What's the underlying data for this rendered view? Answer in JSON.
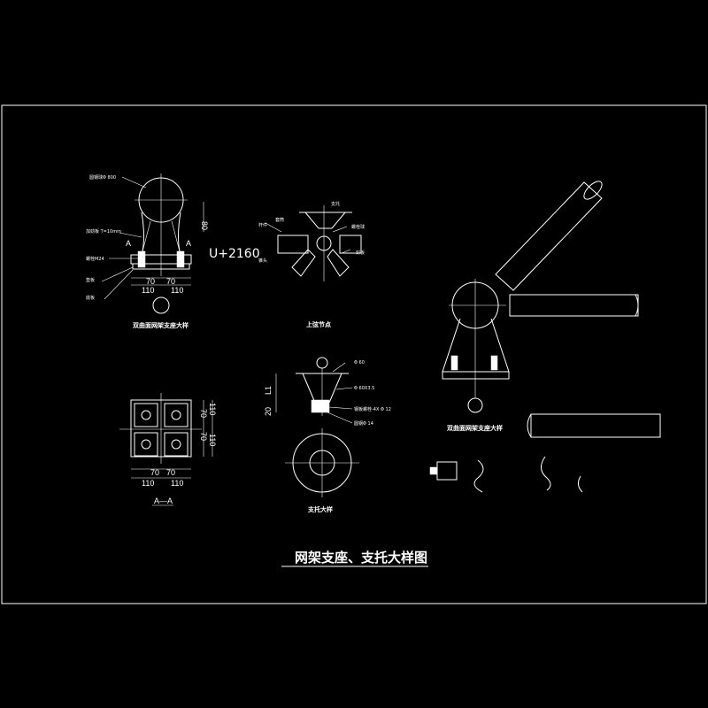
{
  "drawing": {
    "title": "网架支座、支托大样图",
    "views": {
      "support_elevation": {
        "caption": "双曲面网架支座大样",
        "labels": [
          "圆钢球Φ 800",
          "加劲板 T=10mm",
          "螺栓M24",
          "垫板",
          "底板"
        ],
        "dims": [
          "70",
          "70",
          "110",
          "110",
          "80"
        ],
        "section_marks": [
          "A",
          "A"
        ],
        "elevation_text": "U+2160"
      },
      "top_chord_node": {
        "caption": "上弦节点",
        "labels": [
          "支托",
          "杆件",
          "套筒",
          "螺栓球",
          "锥头",
          "封板"
        ]
      },
      "section_aa": {
        "caption": "A—A",
        "dims": [
          "70",
          "70",
          "110",
          "110",
          "70",
          "70",
          "110",
          "110"
        ]
      },
      "bracket_detail": {
        "caption": "支托大样",
        "labels": [
          "Φ 60",
          "Φ 60X3.5",
          "钢板螺栓-4X Φ 12",
          "圆钢Φ 14"
        ],
        "dims": [
          "L1",
          "20"
        ]
      },
      "isometric_support": {
        "caption": "双曲面网架支座大样"
      }
    }
  }
}
